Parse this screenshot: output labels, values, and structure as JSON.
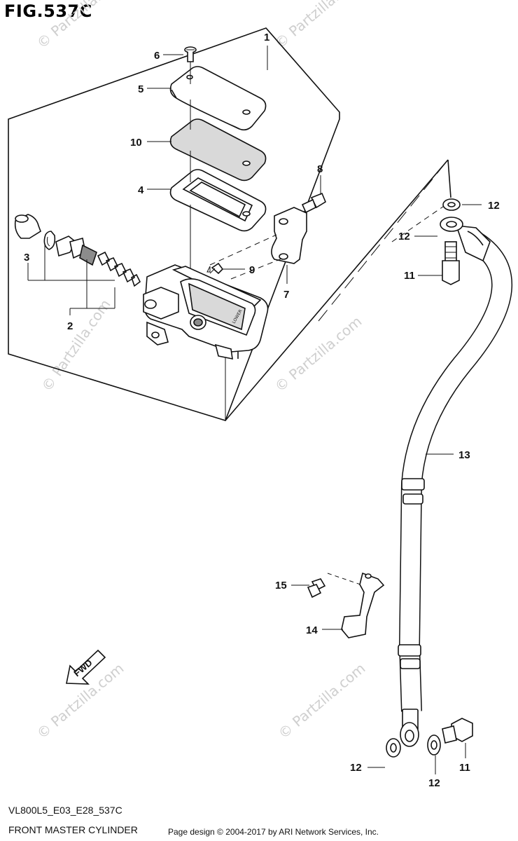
{
  "figure": {
    "title": "FIG.537C",
    "model_code": "VL800L5_E03_E28_537C",
    "name": "FRONT MASTER CYLINDER",
    "copyright": "Page design © 2004-2017 by ARI Network Services, Inc."
  },
  "watermark": "© Partzilla.com",
  "fwd_label": "FWD",
  "callouts": [
    {
      "id": "c1",
      "label": "1"
    },
    {
      "id": "c2",
      "label": "2"
    },
    {
      "id": "c3",
      "label": "3"
    },
    {
      "id": "c4",
      "label": "4"
    },
    {
      "id": "c5",
      "label": "5"
    },
    {
      "id": "c6",
      "label": "6"
    },
    {
      "id": "c7",
      "label": "7"
    },
    {
      "id": "c8",
      "label": "8"
    },
    {
      "id": "c9",
      "label": "9"
    },
    {
      "id": "c10",
      "label": "10"
    },
    {
      "id": "c11a",
      "label": "11"
    },
    {
      "id": "c11b",
      "label": "11"
    },
    {
      "id": "c12a",
      "label": "12"
    },
    {
      "id": "c12b",
      "label": "12"
    },
    {
      "id": "c12c",
      "label": "12"
    },
    {
      "id": "c12d",
      "label": "12"
    },
    {
      "id": "c13",
      "label": "13"
    },
    {
      "id": "c14",
      "label": "14"
    },
    {
      "id": "c15",
      "label": "15"
    }
  ]
}
